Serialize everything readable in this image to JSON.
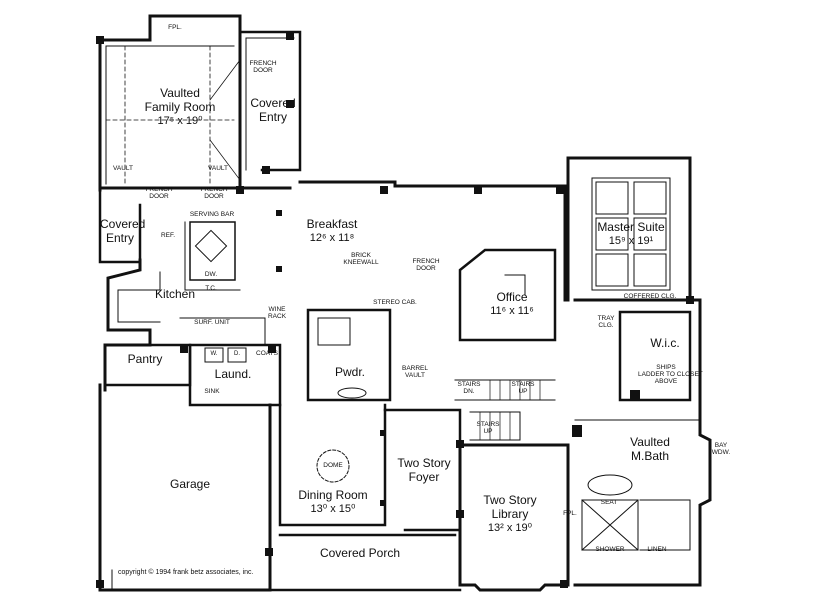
{
  "rooms": {
    "family": {
      "name_line1": "Vaulted",
      "name_line2": "Family Room",
      "dim": "17⁵ x 19⁰"
    },
    "covered_entry_top": {
      "line1": "Covered",
      "line2": "Entry"
    },
    "covered_entry_left": {
      "line1": "Covered",
      "line2": "Entry"
    },
    "breakfast": {
      "name": "Breakfast",
      "dim": "12⁶ x 11⁸"
    },
    "kitchen": {
      "name": "Kitchen"
    },
    "pantry": {
      "name": "Pantry"
    },
    "laundry": {
      "name": "Laund."
    },
    "powder": {
      "name": "Pwdr."
    },
    "office": {
      "name": "Office",
      "dim": "11⁶ x 11⁶"
    },
    "master": {
      "name": "Master Suite",
      "dim": "15⁹ x 19¹"
    },
    "wic": {
      "name": "W.i.c."
    },
    "bath": {
      "line1": "Vaulted",
      "line2": "M.Bath"
    },
    "garage": {
      "name": "Garage"
    },
    "dining": {
      "name": "Dining Room",
      "dim": "13⁰ x 15⁰"
    },
    "foyer": {
      "line1": "Two Story",
      "line2": "Foyer"
    },
    "library": {
      "line1": "Two Story",
      "line2": "Library",
      "dim": "13² x 19⁰"
    },
    "porch": {
      "name": "Covered Porch"
    }
  },
  "notes": {
    "fpl_top": "FPL.",
    "fpl_library": "FPL.",
    "vault": "VAULT",
    "french_door": [
      "FRENCH",
      "DOOR"
    ],
    "serving_bar": "SERVING BAR",
    "ref": "REF.",
    "dw": "DW.",
    "tc": "T.C.",
    "brick_kneewall": [
      "BRICK",
      "KNEEWALL"
    ],
    "stereo_cab": "STEREO CAB.",
    "surf_unit": "SURF. UNIT",
    "wine_rack": [
      "WINE",
      "RACK"
    ],
    "coats": "COATS",
    "w": "W.",
    "d": "D.",
    "sink": "SINK",
    "barrel_vault": [
      "BARREL",
      "VAULT"
    ],
    "stairs": "STAIRS",
    "dn": "DN.",
    "up": "UP",
    "tray_clg": [
      "TRAY",
      "CLG."
    ],
    "ships_ladder": [
      "SHIPS",
      "LADDER TO CLOSET",
      "ABOVE"
    ],
    "bay_wdw": [
      "BAY",
      "WDW."
    ],
    "coffered_clg": "COFFERED CLG.",
    "seat": "SEAT",
    "shower": "SHOWER",
    "linen": "LINEN",
    "dome": "DOME"
  },
  "copyright": "copyright © 1994 frank betz associates, inc."
}
